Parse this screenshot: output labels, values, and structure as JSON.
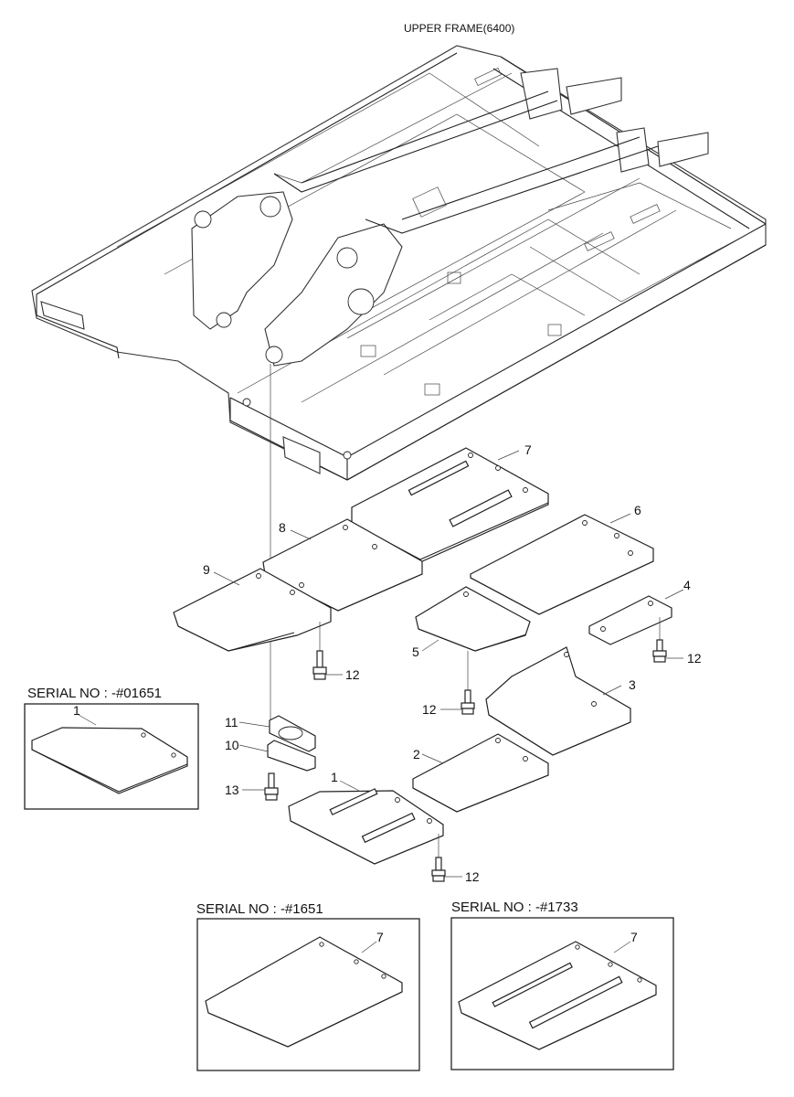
{
  "diagram": {
    "title": "UPPER FRAME(6400)",
    "insets": [
      {
        "label": "SERIAL NO : -#01651",
        "part": "1"
      },
      {
        "label": "SERIAL NO : -#1651",
        "part": "7"
      },
      {
        "label": "SERIAL NO : -#1733",
        "part": "7"
      }
    ],
    "callouts": {
      "c1": "1",
      "c2": "2",
      "c3": "3",
      "c4": "4",
      "c5": "5",
      "c6": "6",
      "c7": "7",
      "c8": "8",
      "c9": "9",
      "c10": "10",
      "c11": "11",
      "c12": "12",
      "c13": "13"
    }
  }
}
